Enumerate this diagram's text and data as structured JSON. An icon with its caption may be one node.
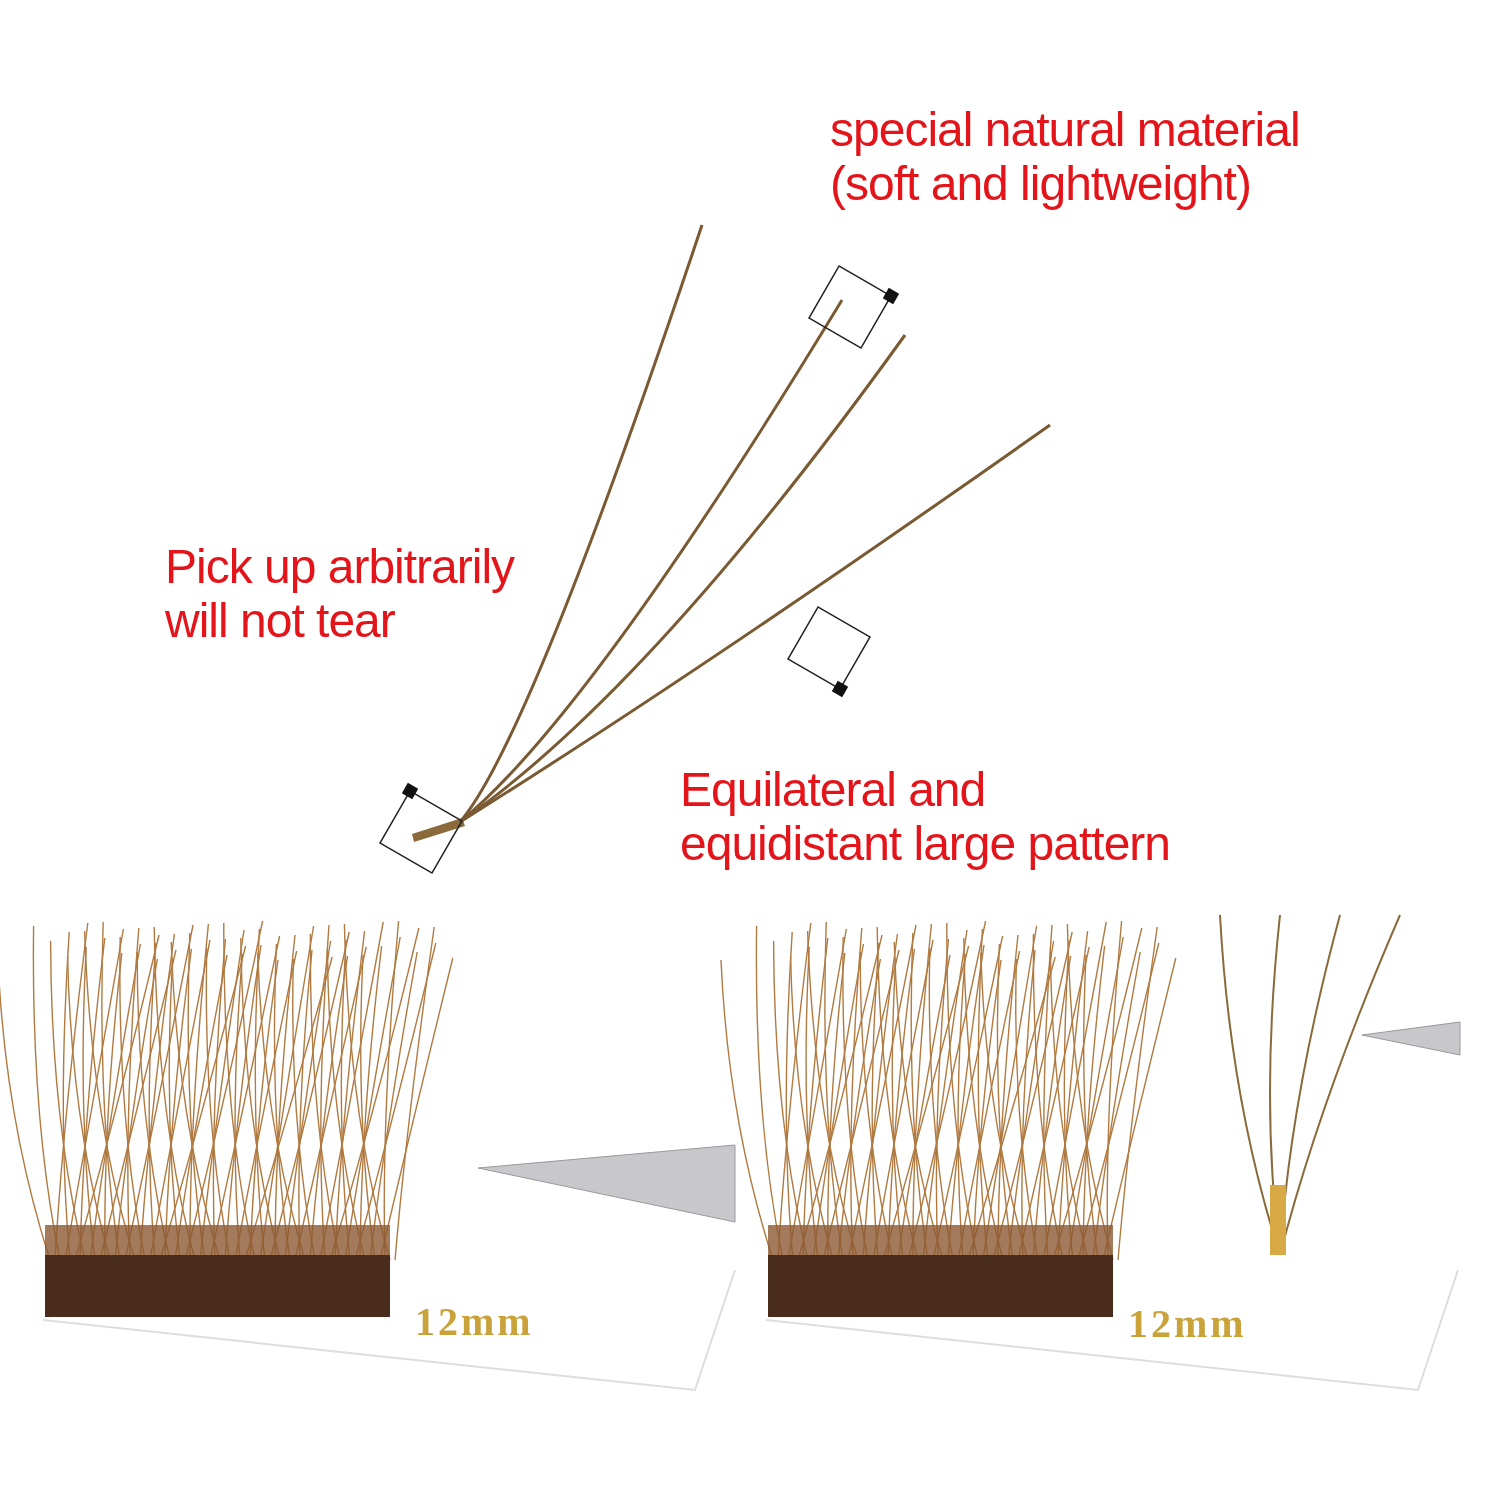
{
  "diagram": {
    "labels": [
      "special natural material (soft and lightweight)",
      "Pick up arbitrarily will not tear",
      "Equilateral and equidistant large pattern",
      "12mm",
      "12mm"
    ]
  }
}
